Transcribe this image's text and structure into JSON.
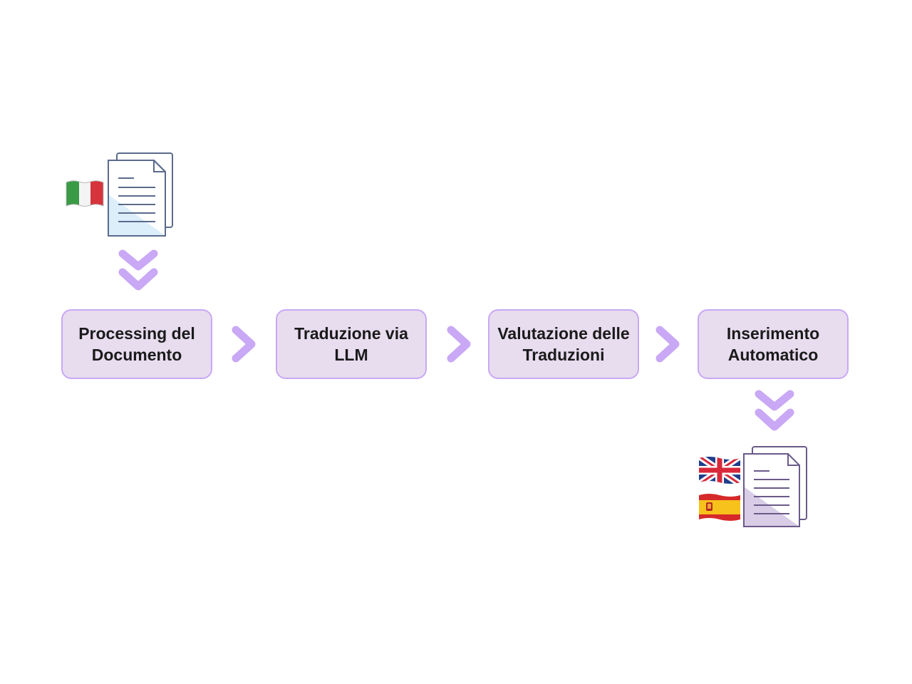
{
  "colors": {
    "box_fill": "#e8dcef",
    "box_border": "#c9a8f5",
    "arrow": "#c9a8f5",
    "input_doc_fill": "#dceefa",
    "input_doc_stroke": "#5b6b8c",
    "output_doc_fill": "#d8cde6",
    "output_doc_stroke": "#6a5a8a",
    "text": "#1a1a1a"
  },
  "steps": [
    {
      "label": "Processing del\nDocumento"
    },
    {
      "label": "Traduzione via\nLLM"
    },
    {
      "label": "Valutazione delle\nTraduzioni"
    },
    {
      "label": "Inserimento\nAutomatico"
    }
  ],
  "input": {
    "flag": "italy-flag",
    "icon": "document-icon"
  },
  "output": {
    "flags": [
      "uk-flag",
      "spain-flag"
    ],
    "icon": "document-icon"
  },
  "connectors": [
    "chevron-right-icon",
    "double-chevron-down-icon"
  ]
}
